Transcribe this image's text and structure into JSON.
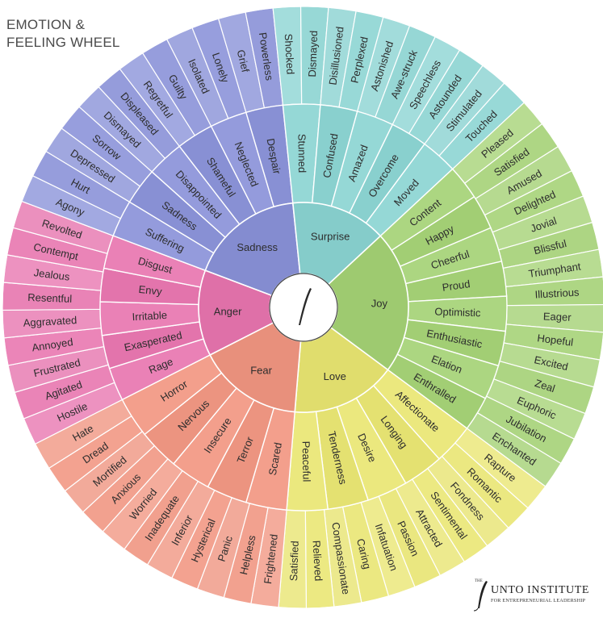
{
  "title": "EMOTION &\nFEELING WHEEL",
  "logo": {
    "prefix": "THE",
    "name": "UNTO INSTITUTE",
    "tagline": "FOR ENTREPRENEURIAL LEADERSHIP"
  },
  "wheel": {
    "core": [
      {
        "label": "Anger",
        "color": "#e97ab2"
      },
      {
        "label": "Sadness",
        "color": "#8e96da"
      },
      {
        "label": "Surprise",
        "color": "#8fd6d4"
      },
      {
        "label": "Joy",
        "color": "#a8d47a"
      },
      {
        "label": "Love",
        "color": "#eae777"
      },
      {
        "label": "Fear",
        "color": "#f29a86"
      }
    ],
    "middle": [
      {
        "label": "Rage",
        "group": 0
      },
      {
        "label": "Exasperated",
        "group": 0
      },
      {
        "label": "Irritable",
        "group": 0
      },
      {
        "label": "Envy",
        "group": 0
      },
      {
        "label": "Disgust",
        "group": 0
      },
      {
        "label": "Suffering",
        "group": 1
      },
      {
        "label": "Sadness",
        "group": 1
      },
      {
        "label": "Disappointed",
        "group": 1
      },
      {
        "label": "Shameful",
        "group": 1
      },
      {
        "label": "Neglected",
        "group": 1
      },
      {
        "label": "Despair",
        "group": 1
      },
      {
        "label": "Stunned",
        "group": 2
      },
      {
        "label": "Confused",
        "group": 2
      },
      {
        "label": "Amazed",
        "group": 2
      },
      {
        "label": "Overcome",
        "group": 2
      },
      {
        "label": "Moved",
        "group": 2
      },
      {
        "label": "Content",
        "group": 3
      },
      {
        "label": "Happy",
        "group": 3
      },
      {
        "label": "Cheerful",
        "group": 3
      },
      {
        "label": "Proud",
        "group": 3
      },
      {
        "label": "Optimistic",
        "group": 3
      },
      {
        "label": "Enthusiastic",
        "group": 3
      },
      {
        "label": "Elation",
        "group": 3
      },
      {
        "label": "Enthralled",
        "group": 3
      },
      {
        "label": "Affectionate",
        "group": 4
      },
      {
        "label": "Longing",
        "group": 4
      },
      {
        "label": "Desire",
        "group": 4
      },
      {
        "label": "Tenderness",
        "group": 4
      },
      {
        "label": "Peaceful",
        "group": 4
      },
      {
        "label": "Scared",
        "group": 5
      },
      {
        "label": "Terror",
        "group": 5
      },
      {
        "label": "Insecure",
        "group": 5
      },
      {
        "label": "Nervous",
        "group": 5
      },
      {
        "label": "Horror",
        "group": 5
      }
    ],
    "outer": [
      {
        "label": "Hostile",
        "group": 0
      },
      {
        "label": "Agitated",
        "group": 0
      },
      {
        "label": "Frustrated",
        "group": 0
      },
      {
        "label": "Annoyed",
        "group": 0
      },
      {
        "label": "Aggravated",
        "group": 0
      },
      {
        "label": "Resentful",
        "group": 0
      },
      {
        "label": "Jealous",
        "group": 0
      },
      {
        "label": "Contempt",
        "group": 0
      },
      {
        "label": "Revolted",
        "group": 0
      },
      {
        "label": "Agony",
        "group": 1
      },
      {
        "label": "Hurt",
        "group": 1
      },
      {
        "label": "Depressed",
        "group": 1
      },
      {
        "label": "Sorrow",
        "group": 1
      },
      {
        "label": "Dismayed",
        "group": 1
      },
      {
        "label": "Displeased",
        "group": 1
      },
      {
        "label": "Regretful",
        "group": 1
      },
      {
        "label": "Guilty",
        "group": 1
      },
      {
        "label": "Isolated",
        "group": 1
      },
      {
        "label": "Lonely",
        "group": 1
      },
      {
        "label": "Grief",
        "group": 1
      },
      {
        "label": "Powerless",
        "group": 1
      },
      {
        "label": "Shocked",
        "group": 2
      },
      {
        "label": "Dismayed",
        "group": 2
      },
      {
        "label": "Disillusioned",
        "group": 2
      },
      {
        "label": "Perplexed",
        "group": 2
      },
      {
        "label": "Astonished",
        "group": 2
      },
      {
        "label": "Awe-struck",
        "group": 2
      },
      {
        "label": "Speechless",
        "group": 2
      },
      {
        "label": "Astounded",
        "group": 2
      },
      {
        "label": "Stimulated",
        "group": 2
      },
      {
        "label": "Touched",
        "group": 2
      },
      {
        "label": "Pleased",
        "group": 3
      },
      {
        "label": "Satisfied",
        "group": 3
      },
      {
        "label": "Amused",
        "group": 3
      },
      {
        "label": "Delighted",
        "group": 3
      },
      {
        "label": "Jovial",
        "group": 3
      },
      {
        "label": "Blissful",
        "group": 3
      },
      {
        "label": "Triumphant",
        "group": 3
      },
      {
        "label": "Illustrious",
        "group": 3
      },
      {
        "label": "Eager",
        "group": 3
      },
      {
        "label": "Hopeful",
        "group": 3
      },
      {
        "label": "Excited",
        "group": 3
      },
      {
        "label": "Zeal",
        "group": 3
      },
      {
        "label": "Euphoric",
        "group": 3
      },
      {
        "label": "Jubilation",
        "group": 3
      },
      {
        "label": "Enchanted",
        "group": 3
      },
      {
        "label": "Rapture",
        "group": 4
      },
      {
        "label": "Romantic",
        "group": 4
      },
      {
        "label": "Fondness",
        "group": 4
      },
      {
        "label": "Sentimental",
        "group": 4
      },
      {
        "label": "Attracted",
        "group": 4
      },
      {
        "label": "Passion",
        "group": 4
      },
      {
        "label": "Infatuation",
        "group": 4
      },
      {
        "label": "Caring",
        "group": 4
      },
      {
        "label": "Compassionate",
        "group": 4
      },
      {
        "label": "Relieved",
        "group": 4
      },
      {
        "label": "Satisfied",
        "group": 4
      },
      {
        "label": "Frightened",
        "group": 5
      },
      {
        "label": "Helpless",
        "group": 5
      },
      {
        "label": "Panic",
        "group": 5
      },
      {
        "label": "Hysterical",
        "group": 5
      },
      {
        "label": "Inferior",
        "group": 5
      },
      {
        "label": "Inadequate",
        "group": 5
      },
      {
        "label": "Worried",
        "group": 5
      },
      {
        "label": "Anxious",
        "group": 5
      },
      {
        "label": "Mortified",
        "group": 5
      },
      {
        "label": "Dread",
        "group": 5
      },
      {
        "label": "Hate",
        "group": 5
      }
    ]
  }
}
